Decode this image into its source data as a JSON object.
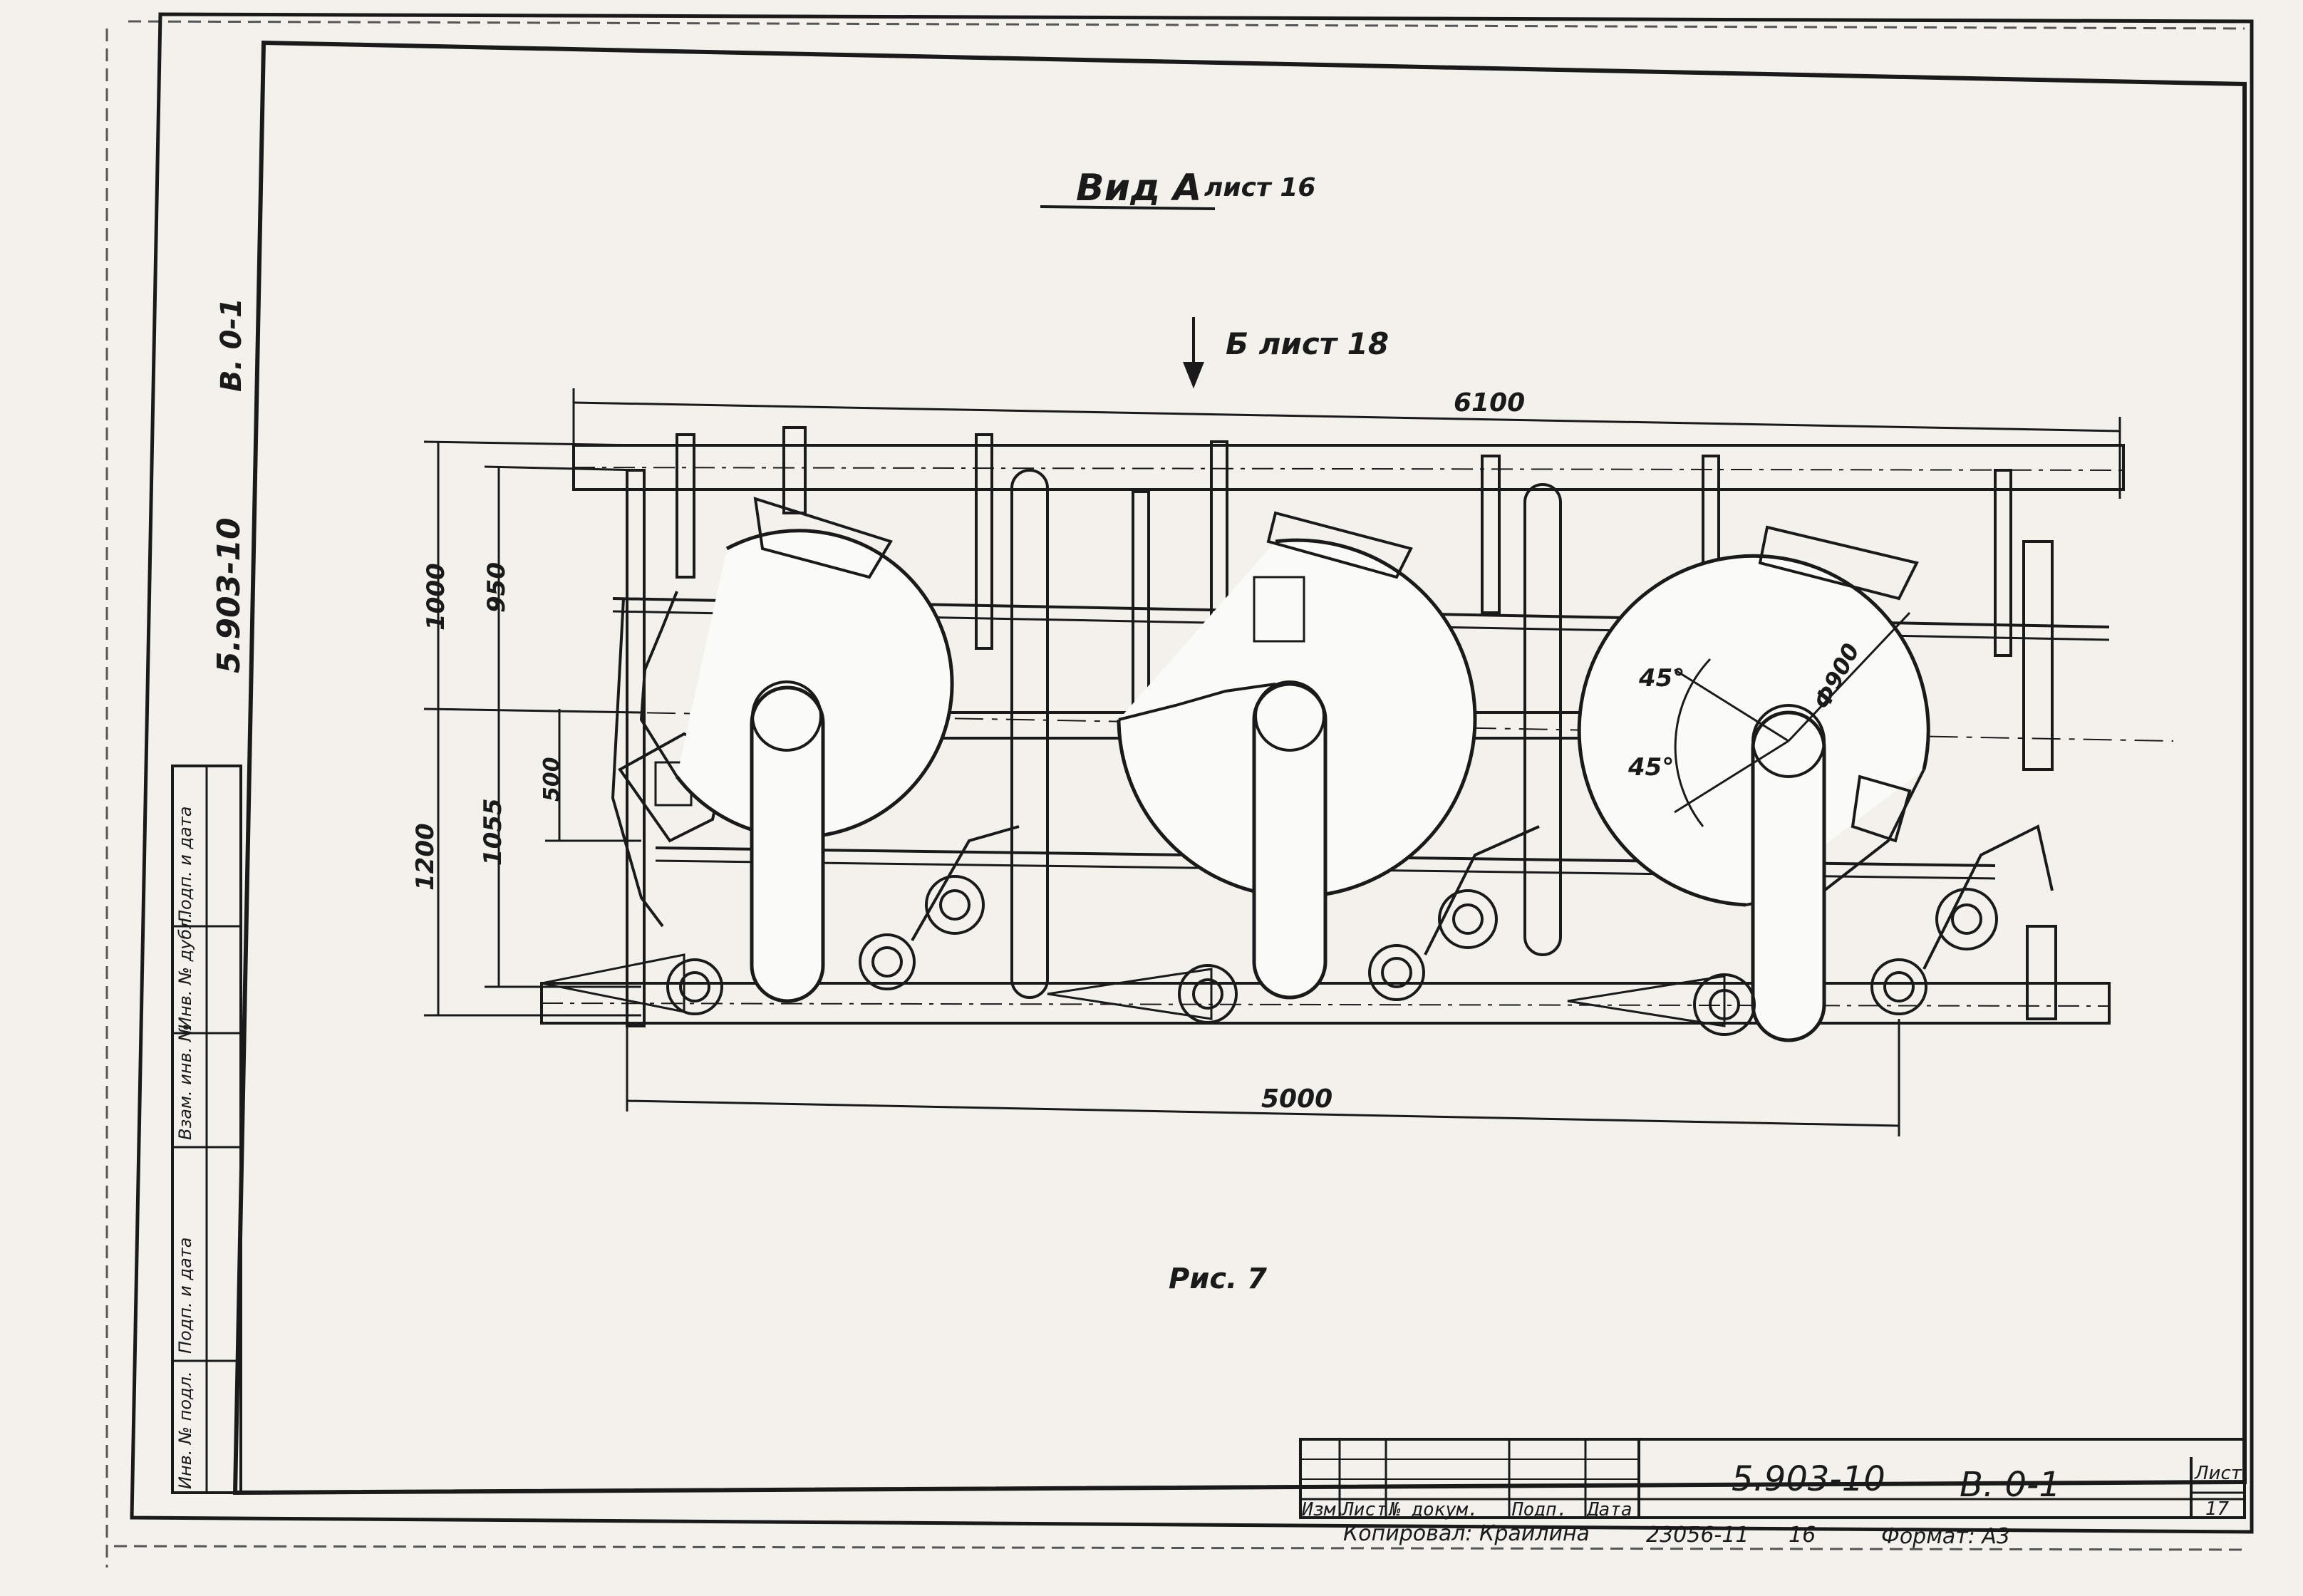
{
  "view_title": "Вид А",
  "view_sheet_ref": "лист 16",
  "section_arrow_label": "Б лист 18",
  "dimensions": {
    "overall_length": "6100",
    "wheel_span": "5000",
    "height_upper": "1000",
    "height_upper_inner": "950",
    "height_mid": "500",
    "height_lower": "1200",
    "height_lower_inner": "1055",
    "diameter": "Ф900",
    "angle_top": "45°",
    "angle_bottom": "45°"
  },
  "figure_caption": "Рис. 7",
  "left_margin": {
    "doc_code": "5.903-10",
    "doc_part": "В. 0-1",
    "stamp_fields": [
      "Инв. № подл.",
      "Подп. и дата",
      "Взам. инв. №",
      "Инв. № дубл.",
      "Подп. и дата"
    ]
  },
  "title_block": {
    "doc_code": "5.903-10",
    "doc_part": "В. 0-1",
    "sheet_label": "Лист",
    "sheet_number": "17",
    "columns": [
      "Изм.",
      "Лист",
      "№ докум.",
      "Подп.",
      "Дата"
    ]
  },
  "footer": {
    "copied_by": "Копировал: Краилина",
    "order_number": "23056-11",
    "order_sheet": "16",
    "format": "Формат: А3"
  },
  "colors": {
    "paper": "#f3f1ec",
    "ink": "#1a1a1a",
    "wheel_fill": "#fafaf7"
  }
}
